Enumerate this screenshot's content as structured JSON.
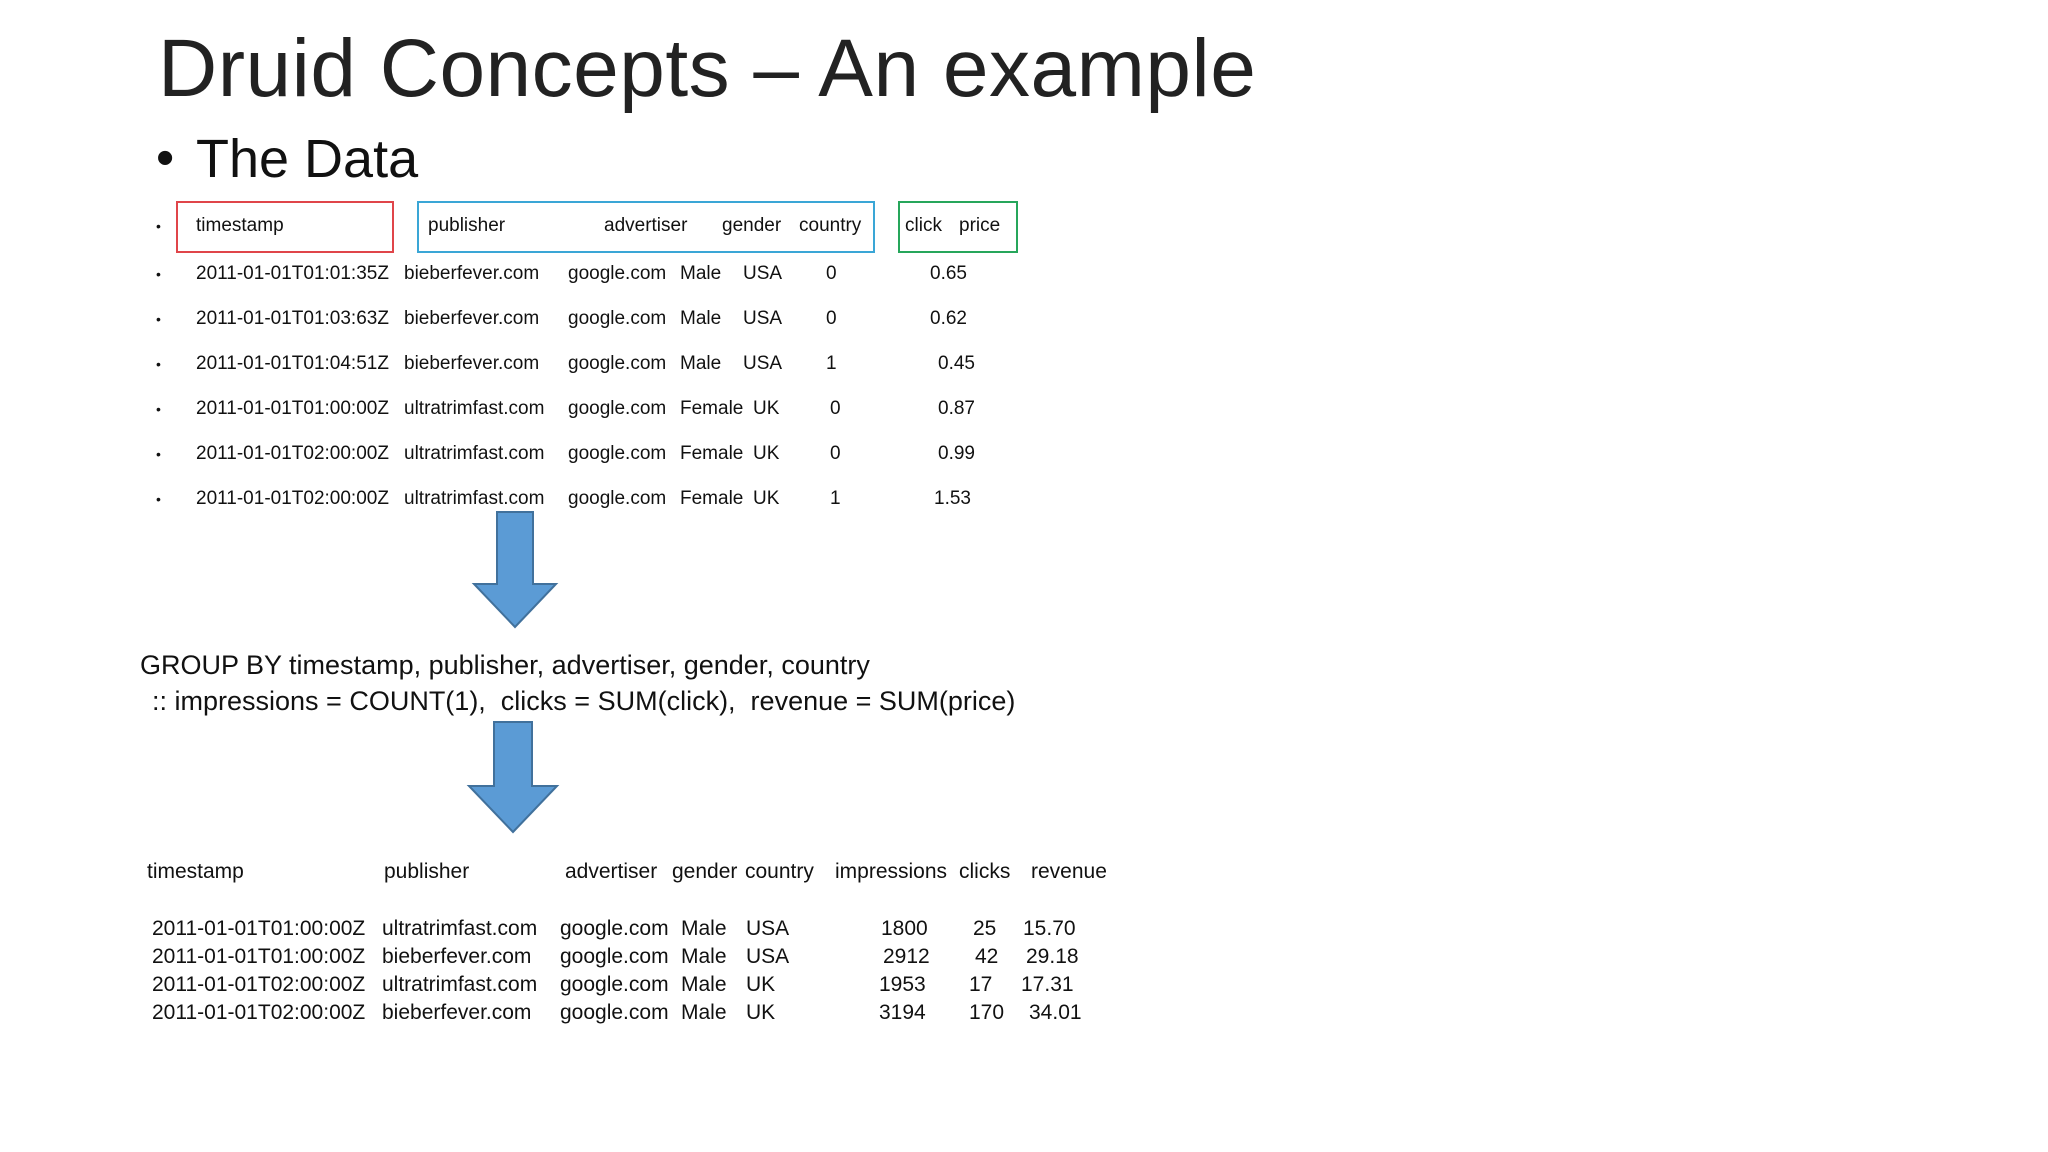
{
  "slide": {
    "title": "Druid Concepts – An example",
    "subtitle_bullet": "•",
    "subtitle": "The Data"
  },
  "raw_table": {
    "bullet": "•",
    "header": {
      "timestamp": "timestamp",
      "publisher": "publisher",
      "advertiser": "advertiser",
      "gender": "gender",
      "country": "country",
      "click": "click",
      "price": "price"
    },
    "rows": [
      {
        "timestamp": "2011-01-01T01:01:35Z",
        "publisher": "bieberfever.com",
        "advertiser": "google.com",
        "gender": "Male",
        "country": "USA",
        "click": "0",
        "price": "0.65"
      },
      {
        "timestamp": "2011-01-01T01:03:63Z",
        "publisher": "bieberfever.com",
        "advertiser": "google.com",
        "gender": "Male",
        "country": "USA",
        "click": "0",
        "price": "0.62"
      },
      {
        "timestamp": "2011-01-01T01:04:51Z",
        "publisher": "bieberfever.com",
        "advertiser": "google.com",
        "gender": "Male",
        "country": "USA",
        "click": "1",
        "price": "0.45"
      },
      {
        "timestamp": "2011-01-01T01:00:00Z",
        "publisher": "ultratrimfast.com",
        "advertiser": "google.com",
        "gender": "Female",
        "country": "UK",
        "click": "0",
        "price": "0.87"
      },
      {
        "timestamp": "2011-01-01T02:00:00Z",
        "publisher": "ultratrimfast.com",
        "advertiser": "google.com",
        "gender": "Female",
        "country": "UK",
        "click": "0",
        "price": "0.99"
      },
      {
        "timestamp": "2011-01-01T02:00:00Z",
        "publisher": "ultratrimfast.com",
        "advertiser": "google.com",
        "gender": "Female",
        "country": "UK",
        "click": "1",
        "price": "1.53"
      }
    ]
  },
  "query": {
    "line1": "GROUP BY timestamp, publisher, advertiser, gender, country",
    "line2": ":: impressions = COUNT(1),  clicks = SUM(click),  revenue = SUM(price)"
  },
  "agg_table": {
    "header": {
      "timestamp": "timestamp",
      "publisher": "publisher",
      "advertiser": "advertiser",
      "gender": "gender",
      "country": "country",
      "impressions": "impressions",
      "clicks": "clicks",
      "revenue": "revenue"
    },
    "rows": [
      {
        "timestamp": "2011-01-01T01:00:00Z",
        "publisher": "ultratrimfast.com",
        "advertiser": "google.com",
        "gender": "Male",
        "country": "USA",
        "impressions": "1800",
        "clicks": "25",
        "revenue": "15.70"
      },
      {
        "timestamp": "2011-01-01T01:00:00Z",
        "publisher": "bieberfever.com",
        "advertiser": "google.com",
        "gender": "Male",
        "country": "USA",
        "impressions": "2912",
        "clicks": "42",
        "revenue": "29.18"
      },
      {
        "timestamp": "2011-01-01T02:00:00Z",
        "publisher": "ultratrimfast.com",
        "advertiser": "google.com",
        "gender": "Male",
        "country": "UK",
        "impressions": "1953",
        "clicks": "17",
        "revenue": "17.31"
      },
      {
        "timestamp": "2011-01-01T02:00:00Z",
        "publisher": "bieberfever.com",
        "advertiser": "google.com",
        "gender": "Male",
        "country": "UK",
        "impressions": "3194",
        "clicks": "170",
        "revenue": "34.01"
      }
    ]
  },
  "colors": {
    "timestamp_box": "#e0454a",
    "dimensions_box": "#3aa6d6",
    "metrics_box": "#26a65b",
    "arrow_fill": "#5b9bd5",
    "arrow_stroke": "#41719c"
  }
}
